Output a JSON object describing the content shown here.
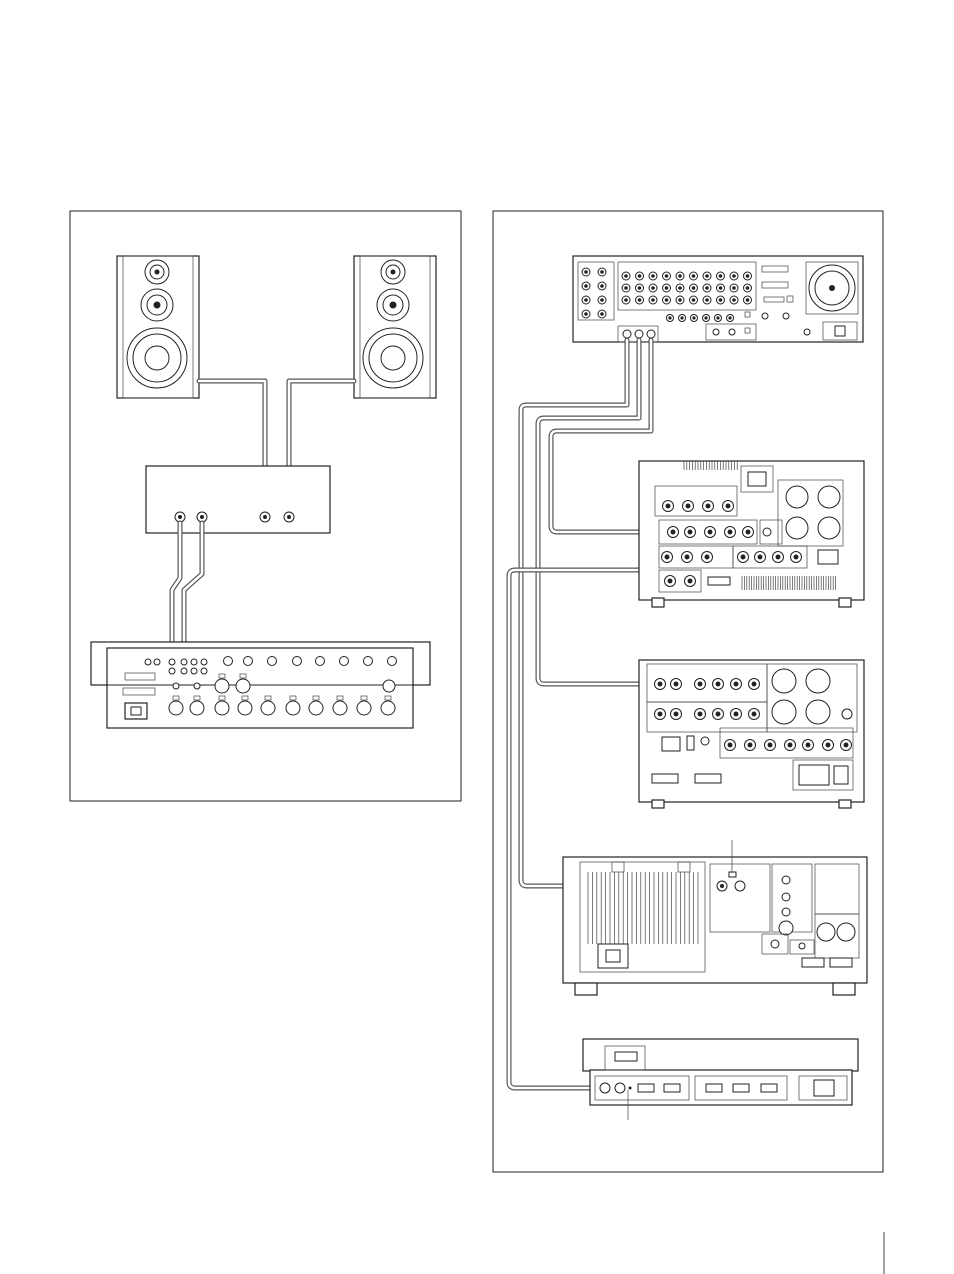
{
  "diagram": {
    "panels": [
      {
        "id": "left-panel",
        "devices": [
          "speaker-left",
          "speaker-right",
          "power-amplifier",
          "audio-mixer"
        ]
      },
      {
        "id": "right-panel",
        "devices": [
          "video-switcher",
          "video-recorder-1",
          "video-recorder-2",
          "monitor-unit",
          "controller-unit"
        ]
      }
    ],
    "connections": [
      {
        "from": "speaker-left",
        "to": "power-amplifier"
      },
      {
        "from": "speaker-right",
        "to": "power-amplifier"
      },
      {
        "from": "power-amplifier",
        "to": "audio-mixer"
      },
      {
        "from": "video-switcher",
        "to": "video-recorder-1"
      },
      {
        "from": "video-switcher",
        "to": "video-recorder-2"
      },
      {
        "from": "video-switcher",
        "to": "monitor-unit"
      },
      {
        "from": "video-recorder-1",
        "to": "controller-unit"
      }
    ],
    "colors": {
      "line": "#222222",
      "cable": "#555555",
      "background": "#ffffff"
    }
  }
}
